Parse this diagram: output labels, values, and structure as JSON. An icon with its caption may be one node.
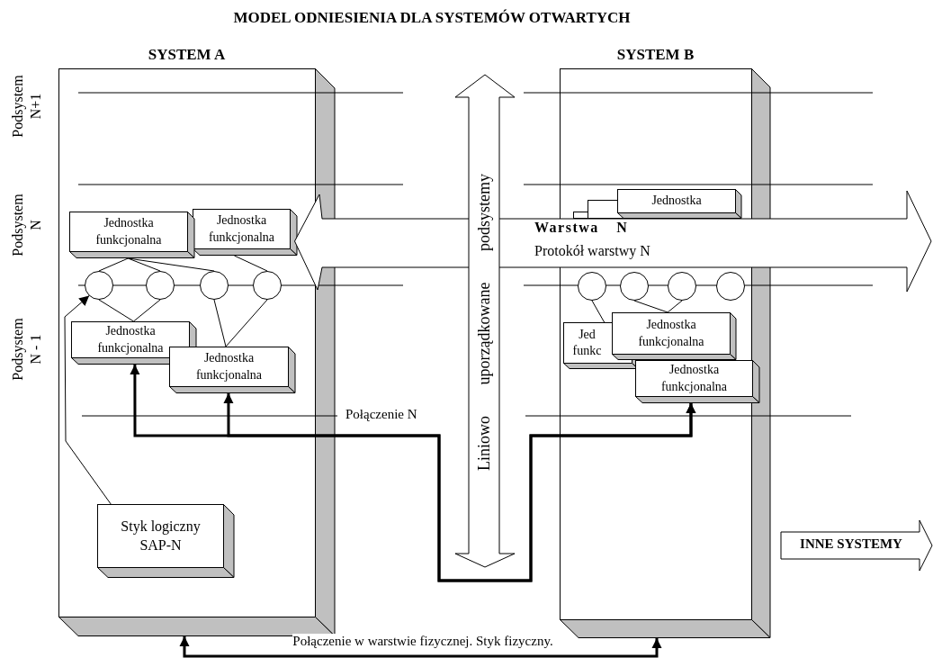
{
  "diagram": {
    "title": "MODEL ODNIESIENIA DLA SYSTEMÓW OTWARTYCH",
    "nodes": [
      {
        "text": [
          "SYSTEM A"
        ]
      },
      {
        "text": [
          "Jednostka funkcjonalna"
        ],
        "in": 0
      },
      {
        "text": [
          "Jednostka funkcjonalna"
        ],
        "in": 0
      },
      {
        "text": [],
        "shape": "circle",
        "in": 0
      },
      {
        "text": [],
        "shape": "circle",
        "in": 0
      },
      {
        "text": [],
        "shape": "circle",
        "in": 0
      },
      {
        "text": [],
        "shape": "circle",
        "in": 0
      },
      {
        "text": [
          "Jednostka funkcjonalna"
        ],
        "in": 0
      },
      {
        "text": [
          "Jednostka funkcjonalna"
        ],
        "in": 0
      },
      {
        "text": [
          "Styk logiczny SAP-N"
        ],
        "in": 0
      },
      {
        "text": [
          "Warstwa N",
          "Protokół warstwy N"
        ]
      },
      {
        "text": [
          "Liniowo uporządkowane podsystemy"
        ]
      },
      {
        "text": [
          "SYSTEM B"
        ]
      },
      {
        "text": [],
        "shape": "box",
        "in": 12
      },
      {
        "text": [],
        "shape": "box",
        "in": 12
      },
      {
        "text": [
          "Jednostka"
        ],
        "in": 12
      },
      {
        "text": [],
        "shape": "circle",
        "in": 12
      },
      {
        "text": [],
        "shape": "circle",
        "in": 12
      },
      {
        "text": [],
        "shape": "circle",
        "in": 12
      },
      {
        "text": [],
        "shape": "circle",
        "in": 12
      },
      {
        "text": [
          "Jed funkc"
        ],
        "in": 12
      },
      {
        "text": [
          "Jednostka funkcjonalna"
        ],
        "in": 12
      },
      {
        "text": [
          "Jednostka funkcjonalna"
        ],
        "in": 12
      },
      {
        "text": [
          "INNE SYSTEMY"
        ]
      }
    ],
    "edges": [
      {
        "from": 1,
        "to": 3,
        "arrow": "none"
      },
      {
        "from": 1,
        "to": 4,
        "arrow": "none"
      },
      {
        "from": 1,
        "to": 5,
        "arrow": "none"
      },
      {
        "from": 2,
        "to": 6,
        "arrow": "none"
      },
      {
        "from": 3,
        "to": 7,
        "arrow": "none"
      },
      {
        "from": 4,
        "to": 7,
        "arrow": "none"
      },
      {
        "from": 5,
        "to": 8,
        "arrow": "none"
      },
      {
        "from": 6,
        "to": 8,
        "arrow": "none"
      },
      {
        "from": 9,
        "to": 3,
        "arrow": "to"
      },
      {
        "from": 7,
        "to": 22,
        "arrow": "both",
        "style": "thick"
      },
      {
        "from": 8,
        "to": 22,
        "arrow": "both",
        "style": "thick"
      },
      {
        "from": 16,
        "to": 20,
        "arrow": "none"
      },
      {
        "from": 17,
        "to": 21,
        "arrow": "none"
      },
      {
        "from": 18,
        "to": 21,
        "arrow": "none"
      },
      {
        "from": 0,
        "to": 12,
        "arrow": "both",
        "style": "thick",
        "label": "Połączenie w warstwie fizycznej. Styk fizyczny."
      }
    ],
    "labels": [
      "Podsystem N+1",
      "Podsystem N",
      "Podsystem N - 1",
      "Połączenie N"
    ]
  }
}
